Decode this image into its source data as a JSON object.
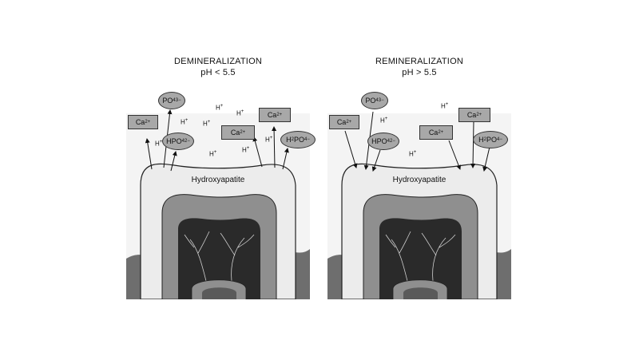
{
  "left": {
    "title": "DEMINERALIZATION",
    "condition": "pH < 5.5",
    "surface_label": "Hydroxyapatite",
    "ions": {
      "ca_a": "Ca",
      "po4": "PO",
      "hpo4": "HPO",
      "ca_b": "Ca",
      "ca_c": "Ca",
      "h2po4": "H",
      "h": "H"
    }
  },
  "right": {
    "title": "REMINERALIZATION",
    "condition": "pH > 5.5",
    "surface_label": "Hydroxyapatite",
    "ions": {
      "ca_a": "Ca",
      "po4": "PO",
      "hpo4": "HPO",
      "ca_b": "Ca",
      "ca_c": "Ca",
      "h2po4": "H",
      "h": "H"
    }
  },
  "colors": {
    "enamel": "#ececec",
    "dentin": "#8f8f8f",
    "pulp": "#2a2a2a",
    "gum": "#6e6e6e",
    "ion_fill": "#a8a8a8"
  }
}
